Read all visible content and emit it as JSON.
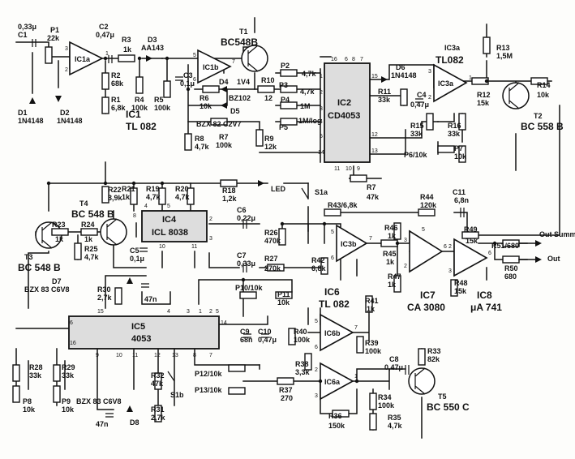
{
  "ics": {
    "ic1a": {
      "ref": "IC1a"
    },
    "ic1b": {
      "ref": "IC1b"
    },
    "ic1": {
      "ref": "IC1",
      "type": "TL 082"
    },
    "ic2": {
      "ref": "IC2",
      "type": "CD4053"
    },
    "ic3a": {
      "ref": "IC3a",
      "type": "TL082"
    },
    "ic3b": {
      "ref": "IC3b"
    },
    "ic4": {
      "ref": "IC4",
      "type": "ICL 8038"
    },
    "ic5": {
      "ref": "IC5",
      "type": "4053"
    },
    "ic6": {
      "ref": "IC6",
      "type": "TL 082"
    },
    "ic6a": {
      "ref": "IC6a"
    },
    "ic6b": {
      "ref": "IC6b"
    },
    "ic7": {
      "ref": "IC7",
      "type": "CA 3080"
    },
    "ic8": {
      "ref": "IC8",
      "type": "μA 741"
    }
  },
  "transistors": {
    "t1": {
      "ref": "T1",
      "type": "BC548B"
    },
    "t2": {
      "ref": "T2",
      "type": "BC 558 B"
    },
    "t3": {
      "ref": "T3",
      "type": "BC 548 B"
    },
    "t4": {
      "ref": "T4",
      "type": "BC 548 B"
    },
    "t5": {
      "ref": "T5",
      "type": "BC 550 C"
    }
  },
  "diodes": {
    "d1": {
      "ref": "D1",
      "type": "1N4148"
    },
    "d2": {
      "ref": "D2",
      "type": "1N4148"
    },
    "d3": {
      "ref": "D3",
      "type": "AA143"
    },
    "d4": {
      "ref": "D4",
      "type": "1V4"
    },
    "d4b": {
      "type": "BZ102"
    },
    "d5": {
      "ref": "D5",
      "type": "BZX 82 C2V7"
    },
    "d6": {
      "ref": "D6",
      "type": "1N4148"
    },
    "d7": {
      "ref": "D7",
      "type": "BZX 83 C6V8"
    },
    "d8": {
      "ref": "D8",
      "type": "BZX 83 C6V8"
    },
    "led": {
      "ref": "LED"
    }
  },
  "resistors": {
    "r1": {
      "ref": "R1",
      "val": "6,8k"
    },
    "r2": {
      "ref": "R2",
      "val": "68k"
    },
    "r3": {
      "ref": "R3",
      "val": "1k"
    },
    "r4": {
      "ref": "R4",
      "val": "100k"
    },
    "r5": {
      "ref": "R5",
      "val": "100k"
    },
    "r6": {
      "ref": "R6",
      "val": "10k"
    },
    "r7": {
      "ref": "R7",
      "val": "100k"
    },
    "r8": {
      "ref": "R8",
      "val": "4,7k"
    },
    "r9": {
      "ref": "R9",
      "val": "12k"
    },
    "r10": {
      "ref": "R10",
      "val": "12"
    },
    "r11": {
      "ref": "R11",
      "val": "33k"
    },
    "r12": {
      "ref": "R12",
      "val": "15k"
    },
    "r13": {
      "ref": "R13",
      "val": "1,5M"
    },
    "r14": {
      "ref": "R14",
      "val": "10k"
    },
    "r15": {
      "ref": "R15",
      "val": "33k"
    },
    "r16": {
      "ref": "R16",
      "val": "33k"
    },
    "r17": {
      "ref": "R7",
      "val": "47k"
    },
    "r18": {
      "ref": "R18",
      "val": "1,2k"
    },
    "r19": {
      "ref": "R19",
      "val": "4,7k"
    },
    "r20": {
      "ref": "R20",
      "val": "4,7k"
    },
    "r21": {
      "ref": "R21",
      "val": "1k"
    },
    "r22": {
      "ref": "R22",
      "val": "3,9k"
    },
    "r23": {
      "ref": "R23",
      "val": "1k"
    },
    "r24": {
      "ref": "R24",
      "val": "1k"
    },
    "r25": {
      "ref": "R25",
      "val": "4,7k"
    },
    "r26": {
      "ref": "R26",
      "val": "470k"
    },
    "r27": {
      "ref": "R27",
      "val": "270k"
    },
    "r28": {
      "ref": "R28",
      "val": "33k"
    },
    "r29": {
      "ref": "R29",
      "val": "33k"
    },
    "r30": {
      "ref": "R30",
      "val": "2,7k"
    },
    "r31": {
      "ref": "R31",
      "val": "2,7k"
    },
    "r32": {
      "ref": "R32",
      "val": "47k"
    },
    "r33": {
      "ref": "R33",
      "val": "82k"
    },
    "r34": {
      "ref": "R34",
      "val": "100k"
    },
    "r35": {
      "ref": "R35",
      "val": "4,7k"
    },
    "r36": {
      "ref": "R36",
      "val": "150k"
    },
    "r37": {
      "ref": "R37",
      "val": "270"
    },
    "r38": {
      "ref": "R38",
      "val": "3,3k"
    },
    "r39": {
      "ref": "R39",
      "val": "100k"
    },
    "r40": {
      "ref": "R40",
      "val": "100k"
    },
    "r41": {
      "ref": "R41",
      "val": "1k"
    },
    "r42": {
      "ref": "R42",
      "val": "6,8k"
    },
    "r43": {
      "ref": "R43/6,8k"
    },
    "r44": {
      "ref": "R44",
      "val": "120k"
    },
    "r45": {
      "ref": "R45",
      "val": "1k"
    },
    "r46": {
      "ref": "R46",
      "val": "1k"
    },
    "r47": {
      "ref": "R47",
      "val": "1k"
    },
    "r48": {
      "ref": "R48",
      "val": "15k"
    },
    "r49": {
      "ref": "R49",
      "val": "15k"
    },
    "r50": {
      "ref": "R50",
      "val": "680"
    },
    "r51": {
      "ref": "R51/680"
    }
  },
  "capacitors": {
    "c1": {
      "ref": "C1",
      "val": "0,33μ"
    },
    "c2": {
      "ref": "C2",
      "val": "0,47μ"
    },
    "c3": {
      "ref": "C3",
      "val": "0,1μ"
    },
    "c4": {
      "ref": "C4",
      "val": "0,47μ"
    },
    "c5": {
      "ref": "C5",
      "val": "0,1μ"
    },
    "c6": {
      "ref": "C6",
      "val": "0,22μ"
    },
    "c7": {
      "ref": "C7",
      "val": "0,33μ"
    },
    "c8": {
      "ref": "C8",
      "val": "0,47μ"
    },
    "c9": {
      "ref": "C9",
      "val": "68n"
    },
    "c10": {
      "ref": "C10",
      "val": "0,47μ"
    },
    "c11": {
      "ref": "C11",
      "val": "6,8n"
    },
    "c47a": {
      "val": "47n"
    },
    "c47b": {
      "val": "47n"
    }
  },
  "pots": {
    "p1": {
      "ref": "P1",
      "val": "22k"
    },
    "p2": {
      "ref": "P2",
      "val": "4,7k"
    },
    "p3": {
      "ref": "P3",
      "val": "4,7k"
    },
    "p4": {
      "ref": "P4",
      "val": "1M"
    },
    "p5": {
      "ref": "P5",
      "val": "1M/log"
    },
    "p6": {
      "ref": "P6/10k"
    },
    "p7": {
      "ref": "P7",
      "val": "10k"
    },
    "p8": {
      "ref": "P8",
      "val": "10k"
    },
    "p9": {
      "ref": "P9",
      "val": "10k"
    },
    "p10": {
      "ref": "P10/10k"
    },
    "p11": {
      "ref": "P11",
      "val": "10k"
    },
    "p12": {
      "ref": "P12/10k"
    },
    "p13": {
      "ref": "P13/10k"
    }
  },
  "switches": {
    "s1a": {
      "ref": "S1a"
    },
    "s1b": {
      "ref": "S1b"
    }
  },
  "outputs": {
    "summe": "Out Summe",
    "out": "Out"
  },
  "pins": {
    "ic1a_p3": "3",
    "ic1a_p2": "2",
    "ic1a_p1": "1",
    "ic1b_p5": "5",
    "ic1b_p6": "6",
    "ic1b_p7": "7",
    "ic2_p16": "16",
    "ic2_p6": "6",
    "ic2_p8": "8",
    "ic2_p7": "7",
    "ic2_p1": "1",
    "ic2_p2": "2",
    "ic2_p3": "3",
    "ic2_p4": "4",
    "ic2_p5": "5",
    "ic2_p14": "14",
    "ic2_p15": "15",
    "ic2_p12": "12",
    "ic2_p13": "13",
    "ic2_p11": "11",
    "ic2_p10": "10",
    "ic2_p9": "9",
    "ic3a_p1": "1",
    "ic3a_p2": "2",
    "ic3a_p3": "3",
    "ic3b_p5": "5",
    "ic3b_p6": "6",
    "ic3b_p7": "7",
    "ic4_p8": "8",
    "ic4_p4": "4",
    "ic4_p5": "5",
    "ic4_p2": "2",
    "ic4_p3": "3",
    "ic4_p10": "10",
    "ic4_p11": "11",
    "ic5_p15": "15",
    "ic5_p6": "6",
    "ic5_p14": "14",
    "ic5_p4": "4",
    "ic5_p3": "3",
    "ic5_p1": "1",
    "ic5_p2": "2",
    "ic5_p5": "5",
    "ic5_p16": "16",
    "ic5_p9": "9",
    "ic5_p10": "10",
    "ic5_p11": "11",
    "ic5_p12": "12",
    "ic5_p13": "13",
    "ic5_p8": "8",
    "ic5_p7": "7",
    "ic6b_p5": "5",
    "ic6b_p6": "6",
    "ic6b_p7": "7",
    "ic6a_p2": "2",
    "ic6a_p3": "3",
    "ic6a_p1": "1",
    "ic7_p2": "2",
    "ic7_p3": "3",
    "ic7_p5": "5",
    "ic7_p6": "6",
    "ic8_p2": "2",
    "ic8_p3": "3",
    "ic8_p6": "6"
  }
}
